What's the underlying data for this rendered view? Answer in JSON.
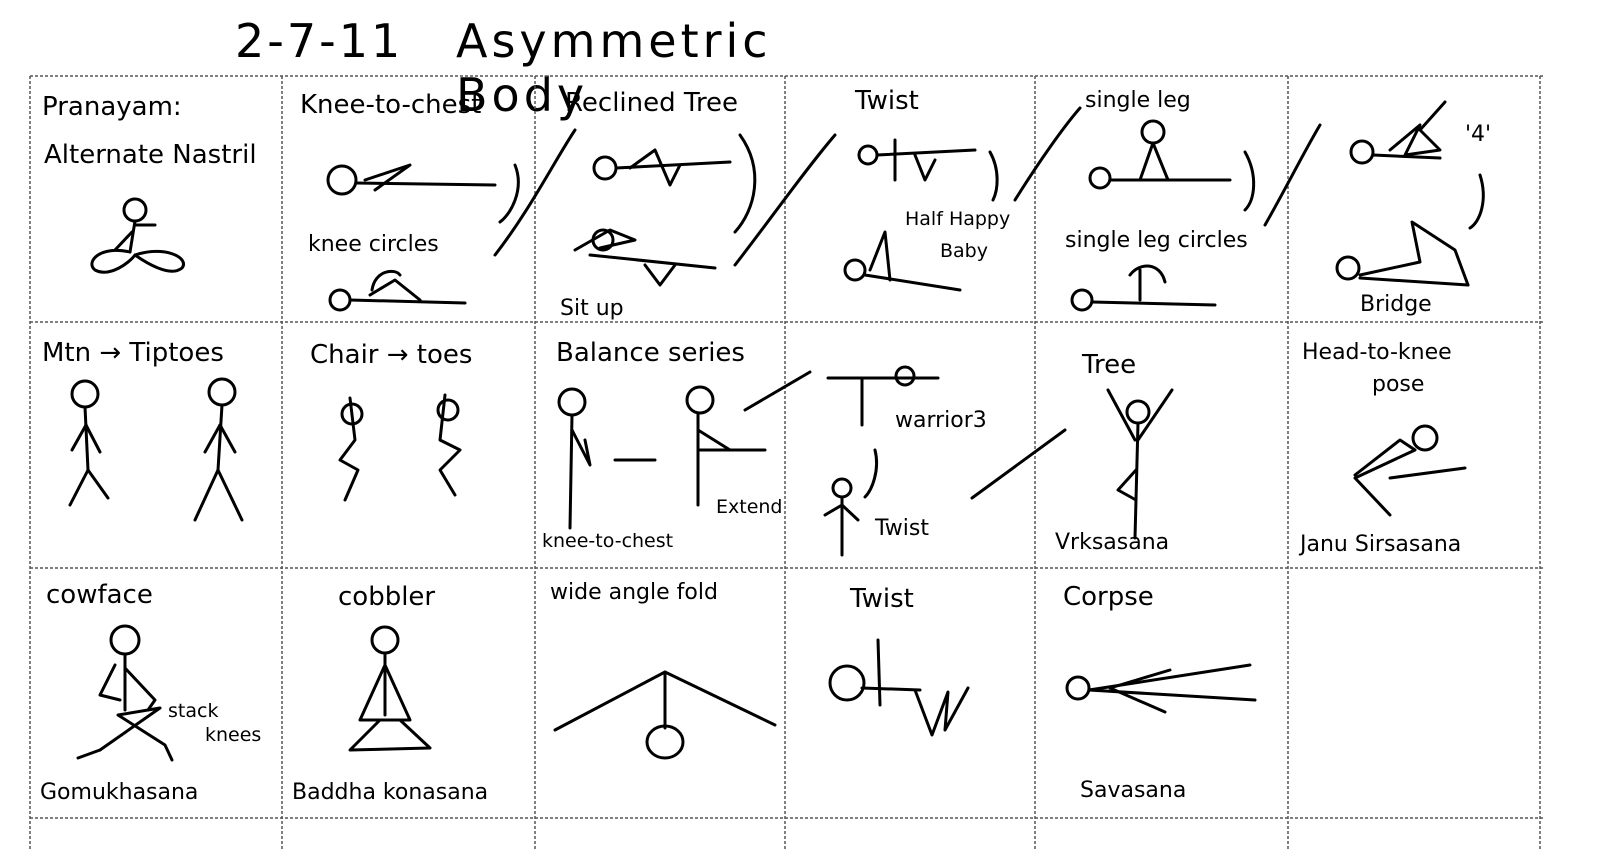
{
  "header": {
    "date": "2-7-11",
    "title": "Asymmetric Body"
  },
  "cells": {
    "r1c1": {
      "title_line1": "Pranayam:",
      "title_line2": "Alternate Nastril"
    },
    "r1c2": {
      "title": "Knee-to-chest",
      "sub": "knee circles"
    },
    "r1c3": {
      "title": "Reclined Tree",
      "sub": "Sit up"
    },
    "r1c4": {
      "title": "Twist",
      "sub_line1": "Half Happy",
      "sub_line2": "Baby"
    },
    "r1c5": {
      "title": "single leg",
      "sub": "single leg circles"
    },
    "r1c6": {
      "title": "'4'",
      "sub": "Bridge"
    },
    "r2c1": {
      "title": "Mtn → Tiptoes"
    },
    "r2c2": {
      "title": "Chair → toes"
    },
    "r2c3": {
      "title": "Balance series",
      "note1": "Extend",
      "note2": "knee-to-chest"
    },
    "r2c4": {
      "note1": "warrior3",
      "note2": "Twist"
    },
    "r2c5": {
      "title": "Tree",
      "sanskrit": "Vrksasana"
    },
    "r2c6": {
      "title_line1": "Head-to-knee",
      "title_line2": "pose",
      "sanskrit": "Janu Sirsasana"
    },
    "r3c1": {
      "title": "cowface",
      "note_line1": "stack",
      "note_line2": "knees",
      "sanskrit": "Gomukhasana"
    },
    "r3c2": {
      "title": "cobbler",
      "sanskrit": "Baddha konasana"
    },
    "r3c3": {
      "title": "wide angle fold"
    },
    "r3c4": {
      "title": "Twist"
    },
    "r3c5": {
      "title": "Corpse",
      "sanskrit": "Savasana"
    }
  }
}
